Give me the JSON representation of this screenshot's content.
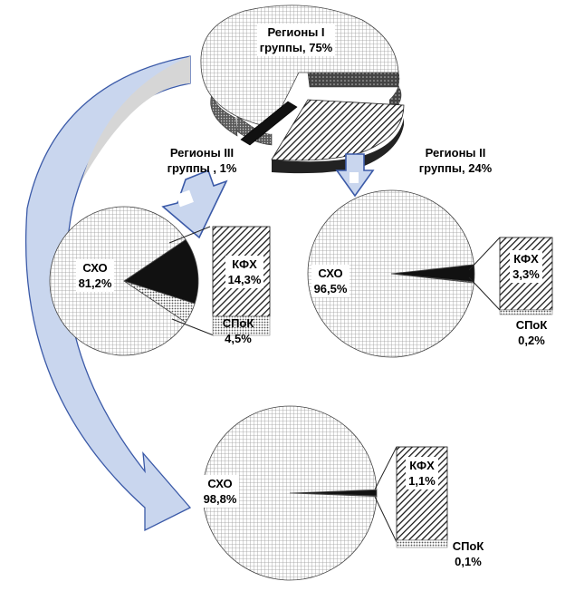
{
  "colors": {
    "dark": "#111111",
    "mid": "#555555",
    "light": "#bbbbbb",
    "arrow_fill": "#c9d6ee",
    "arrow_stroke": "#3b5aa8"
  },
  "chart_data": [
    {
      "type": "pie",
      "style": "3d exploded",
      "slices": [
        {
          "name": "Регионы I группы",
          "value": 75,
          "label": [
            "Регионы I",
            "группы, 75%"
          ]
        },
        {
          "name": "Регионы II группы",
          "value": 24,
          "label": [
            "Регионы II",
            "группы, 24%"
          ]
        },
        {
          "name": "Регионы III группы",
          "value": 1,
          "label": [
            "Регионы III",
            "группы , 1%"
          ]
        }
      ]
    },
    {
      "type": "pie",
      "group": "Регионы III группы",
      "slices": [
        {
          "name": "СХО",
          "value": 81.2,
          "label": [
            "СХО",
            "81,2%"
          ]
        },
        {
          "name": "КФХ",
          "value": 14.3,
          "label": [
            "КФХ",
            "14,3%"
          ]
        },
        {
          "name": "СПоК",
          "value": 4.5,
          "label": [
            "СПоК",
            "4,5%"
          ]
        }
      ]
    },
    {
      "type": "pie",
      "group": "Регионы II группы",
      "slices": [
        {
          "name": "СХО",
          "value": 96.5,
          "label": [
            "СХО",
            "96,5%"
          ]
        },
        {
          "name": "КФХ",
          "value": 3.3,
          "label": [
            "КФХ",
            "3,3%"
          ]
        },
        {
          "name": "СПоК",
          "value": 0.2,
          "label": [
            "СПоК",
            "0,2%"
          ]
        }
      ]
    },
    {
      "type": "pie",
      "group": "Регионы I группы",
      "slices": [
        {
          "name": "СХО",
          "value": 98.8,
          "label": [
            "СХО",
            "98,8%"
          ]
        },
        {
          "name": "КФХ",
          "value": 1.1,
          "label": [
            "КФХ",
            "1,1%"
          ]
        },
        {
          "name": "СПоК",
          "value": 0.1,
          "label": [
            "СПоК",
            "0,1%"
          ]
        }
      ]
    }
  ]
}
